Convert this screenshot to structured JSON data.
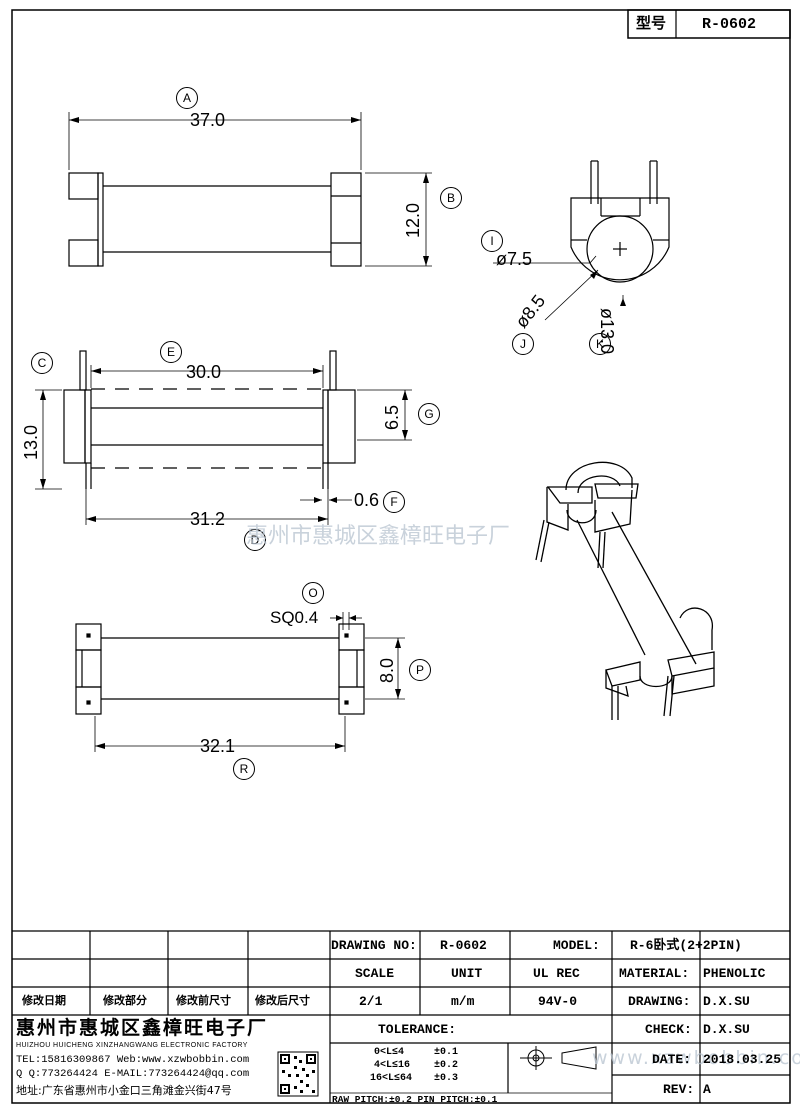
{
  "header": {
    "type_label": "型号",
    "model_code": "R-0602"
  },
  "balloons": {
    "a": "A",
    "b": "B",
    "c": "C",
    "e": "E",
    "f": "F",
    "g": "G",
    "i": "I",
    "j": "J",
    "k": "K",
    "o": "O",
    "p": "P",
    "r": "R",
    "d": "D"
  },
  "dimensions": {
    "a": "37.0",
    "b": "12.0",
    "c": "13.0",
    "e": "30.0",
    "g": "6.5",
    "f": "0.6",
    "d": "31.2",
    "i": "ø7.5",
    "j": "ø8.5",
    "k": "ø13.0",
    "o": "SQ0.4",
    "p": "8.0",
    "r": "32.1"
  },
  "watermark": {
    "text_cn": "惠州市惠城区鑫樟旺电子厂",
    "url": "www.xzwbobbin.com"
  },
  "title_block": {
    "revision_headers": [
      "修改日期",
      "修改部分",
      "修改前尺寸",
      "修改后尺寸"
    ],
    "drawing_no_label": "DRAWING NO:",
    "drawing_no": "R-0602",
    "model_label": "MODEL:",
    "model": "R-6卧式(2+2PIN)",
    "scale_label": "SCALE",
    "scale": "2/1",
    "unit_label": "UNIT",
    "unit": "m/m",
    "ul_rec_label": "UL REC",
    "ul_rec": "94V-0",
    "material_label": "MATERIAL:",
    "material": "PHENOLIC",
    "drawing_label": "DRAWING:",
    "drawing_by": "D.X.SU",
    "check_label": "CHECK:",
    "check_by": "D.X.SU",
    "date_label": "DATE:",
    "date": "2018.03.25",
    "rev_label": "REV:",
    "rev": "A",
    "tolerance_label": "TOLERANCE:",
    "tolerance_rows": [
      {
        "range": "0<L≤4",
        "value": "±0.1"
      },
      {
        "range": "4<L≤16",
        "value": "±0.2"
      },
      {
        "range": "16<L≤64",
        "value": "±0.3"
      }
    ],
    "pitch_note": "RAW PITCH:±0.2 PIN PITCH:±0.1",
    "company_cn": "惠州市惠城区鑫樟旺电子厂",
    "company_en": "HUIZHOU HUICHENG XINZHANGWANG ELECTRONIC FACTORY",
    "contact_line1": "TEL:15816309867 Web:www.xzwbobbin.com",
    "contact_line2": "Q Q:773264424 E-MAIL:773264424@qq.com",
    "address": "地址:广东省惠州市小金口三角滩金兴街47号"
  }
}
